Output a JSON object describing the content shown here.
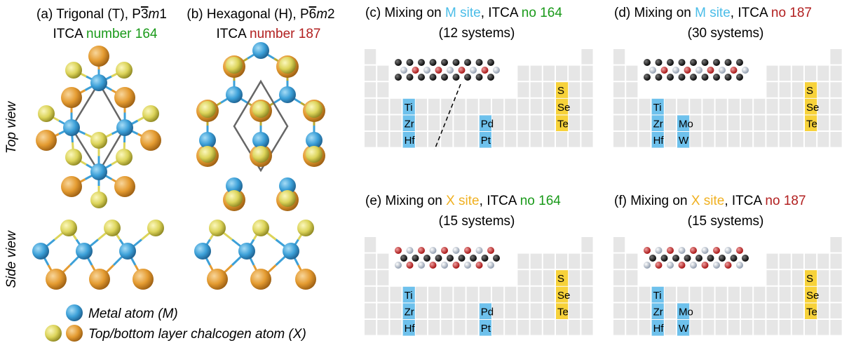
{
  "left": {
    "a": {
      "letter": "(a)",
      "name": "Trigonal (T), ",
      "sg_p": "P",
      "sg_bar": "3",
      "sg_m": "m",
      "sg_1": "1",
      "itca_prefix": "ITCA ",
      "itca_num": "number 164"
    },
    "b": {
      "letter": "(b)",
      "name": "Hexagonal (H), ",
      "sg_p": "P",
      "sg_bar": "6",
      "sg_m": "m",
      "sg_2": "2",
      "itca_prefix": "ITCA ",
      "itca_num": "number 187"
    },
    "top_view": "Top view",
    "side_view": "Side view",
    "legend": {
      "metal": "Metal atom (M)",
      "chalcogen": "Top/bottom layer chalcogen atom (X)"
    }
  },
  "panels": [
    {
      "letter": "(c)",
      "pre": "Mixing on ",
      "site": "M site",
      "site_color": "#4bbde8",
      "mid": ", ITCA ",
      "no": "no 164",
      "no_color": "#1a9a1a",
      "count": "(12 systems)"
    },
    {
      "letter": "(d)",
      "pre": "Mixing on ",
      "site": "M site",
      "site_color": "#4bbde8",
      "mid": ", ITCA ",
      "no": "no 187",
      "no_color": "#b22020",
      "count": "(30 systems)"
    },
    {
      "letter": "(e)",
      "pre": "Mixing on ",
      "site": "X site",
      "site_color": "#f0b020",
      "mid": ", ITCA ",
      "no": "no 164",
      "no_color": "#1a9a1a",
      "count": "(15 systems)"
    },
    {
      "letter": "(f)",
      "pre": "Mixing on ",
      "site": "X site",
      "site_color": "#f0b020",
      "mid": ", ITCA ",
      "no": "no 187",
      "no_color": "#b22020",
      "count": "(15 systems)"
    }
  ],
  "elements": {
    "c": {
      "metals": [
        "Ti",
        "Zr",
        "Hf",
        "Pd",
        "Pt"
      ],
      "chalcogens": [
        "S",
        "Se",
        "Te"
      ]
    },
    "d": {
      "metals": [
        "Ti",
        "Zr",
        "Hf",
        "Mo",
        "W"
      ],
      "chalcogens": [
        "S",
        "Se",
        "Te"
      ]
    },
    "e": {
      "metals": [
        "Ti",
        "Zr",
        "Hf",
        "Pd",
        "Pt"
      ],
      "chalcogens": [
        "S",
        "Se",
        "Te"
      ]
    },
    "f": {
      "metals": [
        "Ti",
        "Zr",
        "Hf",
        "Mo",
        "W"
      ],
      "chalcogens": [
        "S",
        "Se",
        "Te"
      ]
    }
  },
  "colors": {
    "metal": "#3ca0d8",
    "chalcogen_top": "#e0da60",
    "chalcogen_bottom": "#e39a30",
    "metal_tag": "#6ec1ec",
    "chalcogen_tag": "#f7d23a",
    "grid": "#e6e6e6"
  }
}
